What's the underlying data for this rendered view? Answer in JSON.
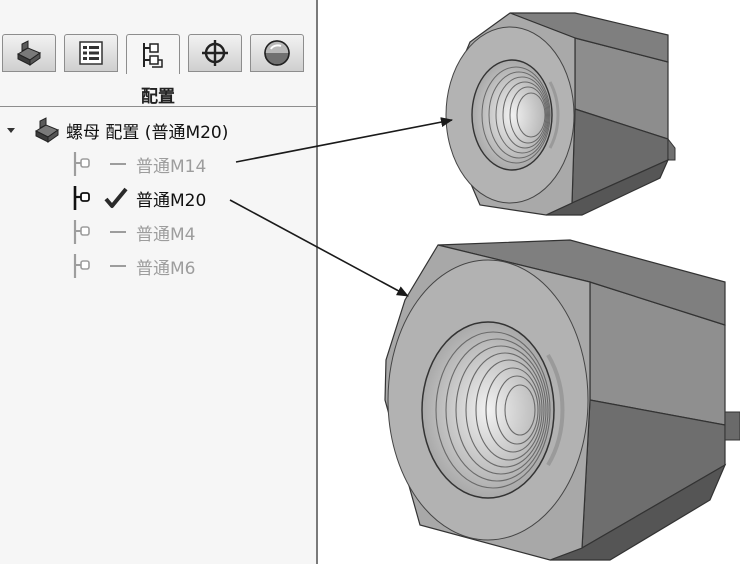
{
  "panel": {
    "title": "配置",
    "tabs": [
      {
        "name": "tab-feature-manager",
        "icon": "part-icon"
      },
      {
        "name": "tab-property-manager",
        "icon": "property-list-icon"
      },
      {
        "name": "tab-configuration-manager",
        "icon": "configuration-icon"
      },
      {
        "name": "tab-dimxpert-manager",
        "icon": "crosshair-icon"
      },
      {
        "name": "tab-display-manager",
        "icon": "appearance-sphere-icon"
      }
    ],
    "active_tab": 2,
    "tree": {
      "root_label": "螺母 配置 (普通M20)",
      "items": [
        {
          "label": "普通M14",
          "active": false
        },
        {
          "label": "普通M20",
          "active": true
        },
        {
          "label": "普通M4",
          "active": false
        },
        {
          "label": "普通M6",
          "active": false
        }
      ]
    }
  },
  "viewport": {
    "models": [
      {
        "name": "nut-m14-model"
      },
      {
        "name": "nut-m20-model"
      }
    ]
  }
}
